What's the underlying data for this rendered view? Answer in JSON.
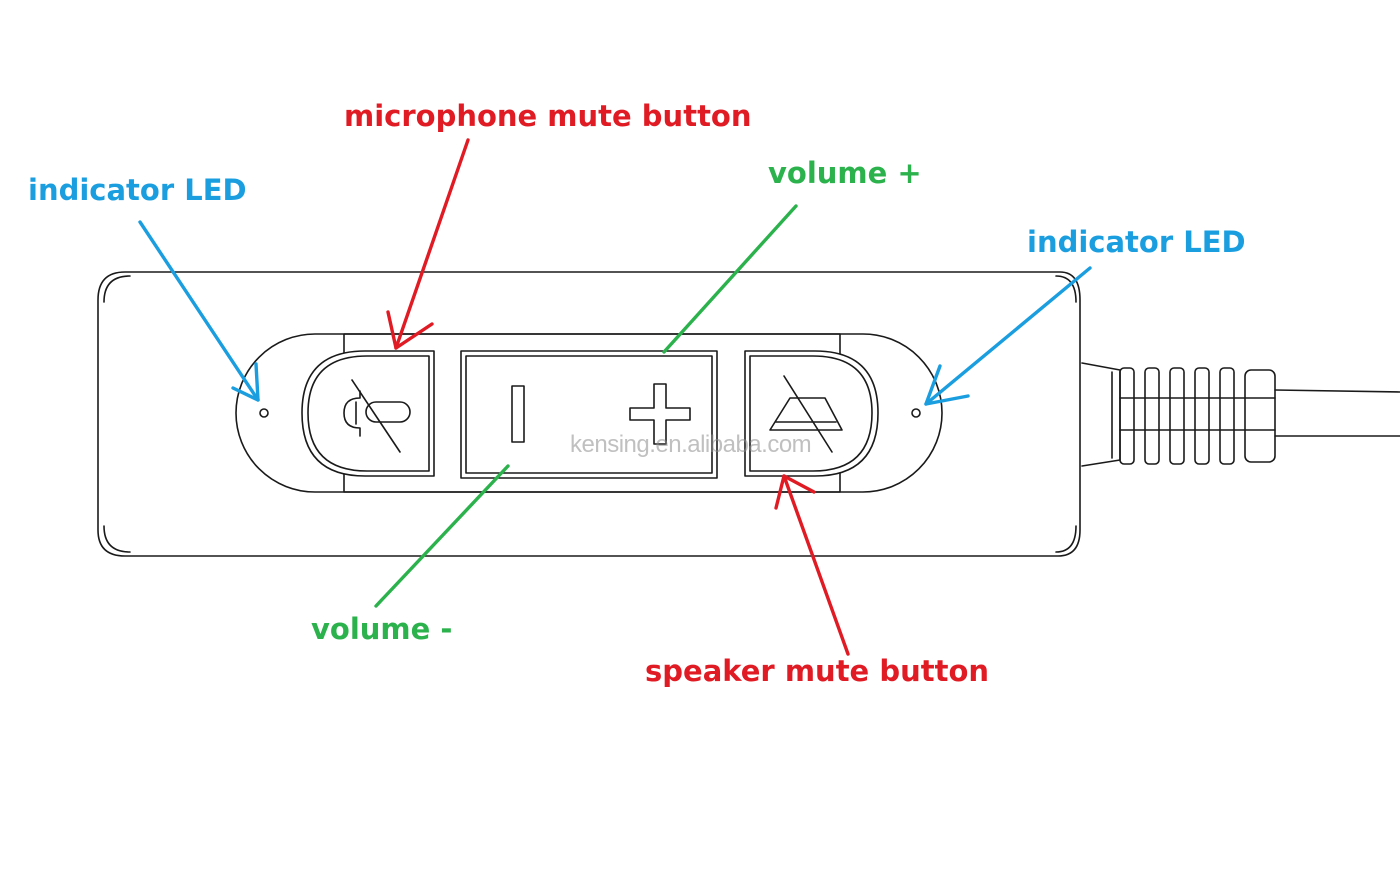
{
  "labels": {
    "led_left": "indicator LED",
    "mic_mute": "microphone mute button",
    "volume_plus": "volume +",
    "led_right": "indicator LED",
    "volume_minus": "volume -",
    "speaker_mute": "speaker mute button"
  },
  "watermark": "kensing.en.alibaba.com",
  "colors": {
    "blue": "#1a9ee0",
    "red": "#e01b24",
    "green": "#2bb24c",
    "outline": "#1a1a1a"
  },
  "icons": {
    "mic_mute": "microphone-muted-icon",
    "speaker_mute": "speaker-muted-icon",
    "volume_minus": "minus-icon",
    "volume_plus": "plus-icon"
  }
}
